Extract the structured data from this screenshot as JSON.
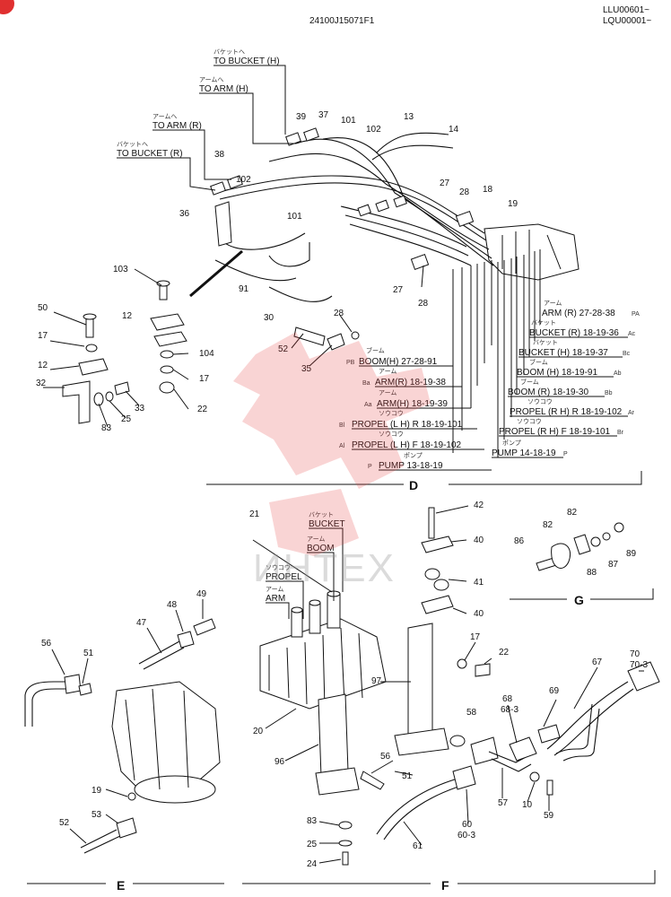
{
  "header": {
    "drawing_number": "24100J15071F1",
    "serial_1": "LLU00601~",
    "serial_2": "LQU00001~"
  },
  "watermark": {
    "text": "ИНТЕХ",
    "color": "#e53a3a"
  },
  "sections": {
    "D": "D",
    "E": "E",
    "F": "F",
    "G": "G"
  },
  "callouts_d": {
    "to_bucket_h_jp": "バケットへ",
    "to_bucket_h": "TO BUCKET (H)",
    "to_arm_h_jp": "アームへ",
    "to_arm_h": "TO ARM (H)",
    "to_arm_r_jp": "アームへ",
    "to_arm_r": "TO ARM (R)",
    "to_bucket_r_jp": "バケットへ",
    "to_bucket_r": "TO BUCKET (R)"
  },
  "parts_d": [
    "39",
    "37",
    "101",
    "102",
    "13",
    "14",
    "38",
    "102",
    "36",
    "101",
    "27",
    "28",
    "18",
    "19",
    "103",
    "91",
    "30",
    "27",
    "28",
    "28",
    "50",
    "12",
    "17",
    "12",
    "104",
    "17",
    "22",
    "32",
    "33",
    "25",
    "83",
    "52",
    "35"
  ],
  "ports_left": [
    {
      "jp": "ブーム",
      "text": "BOOM(H) 27-28-91",
      "code": "PB"
    },
    {
      "jp": "アーム",
      "text": "ARM(R) 18-19-38",
      "code": "Ba"
    },
    {
      "jp": "アーム",
      "text": "ARM(H) 18-19-39",
      "code": "Aa"
    },
    {
      "jp": "ソウコウ",
      "text": "PROPEL (L H) R 18-19-101",
      "code": "Bl"
    },
    {
      "jp": "ソウコウ",
      "text": "PROPEL (L H) F 18-19-102",
      "code": "Al"
    },
    {
      "jp": "ポンプ",
      "text": "PUMP 13-18-19",
      "code": "P"
    }
  ],
  "ports_right": [
    {
      "jp": "アーム",
      "text": "ARM (R) 27-28-38",
      "code": "PA"
    },
    {
      "jp": "バケット",
      "text": "BUCKET (R) 18-19-36",
      "code": "Ac"
    },
    {
      "jp": "バケット",
      "text": "BUCKET (H) 18-19-37",
      "code": "Bc"
    },
    {
      "jp": "ブーム",
      "text": "BOOM (H) 18-19-91",
      "code": "Ab"
    },
    {
      "jp": "ブーム",
      "text": "BOOM (R) 18-19-30",
      "code": "Bb"
    },
    {
      "jp": "ソウコウ",
      "text": "PROPEL (R H) R 18-19-102",
      "code": "Ar"
    },
    {
      "jp": "ソウコウ",
      "text": "PROPEL (R H) F 18-19-101",
      "code": "Br"
    },
    {
      "jp": "ポンプ",
      "text": "PUMP 14-18-19",
      "code": "P"
    }
  ],
  "callouts_f": {
    "bucket_jp": "バケット",
    "bucket": "BUCKET",
    "boom_jp": "アーム",
    "boom": "BOOM",
    "propel_jp": "ソウコウ",
    "propel": "PROPEL",
    "arm_jp": "アーム",
    "arm": "ARM"
  },
  "parts_f": [
    "21",
    "42",
    "40",
    "41",
    "40",
    "17",
    "22",
    "97",
    "20",
    "58",
    "96",
    "56",
    "51",
    "83",
    "25",
    "24",
    "60",
    "60-3",
    "61",
    "57",
    "10",
    "59",
    "68",
    "68-3",
    "69",
    "67",
    "70",
    "70-3"
  ],
  "parts_e": [
    "56",
    "51",
    "47",
    "48",
    "49",
    "19",
    "53",
    "52"
  ],
  "parts_g": [
    "86",
    "82",
    "82",
    "88",
    "87",
    "89"
  ]
}
